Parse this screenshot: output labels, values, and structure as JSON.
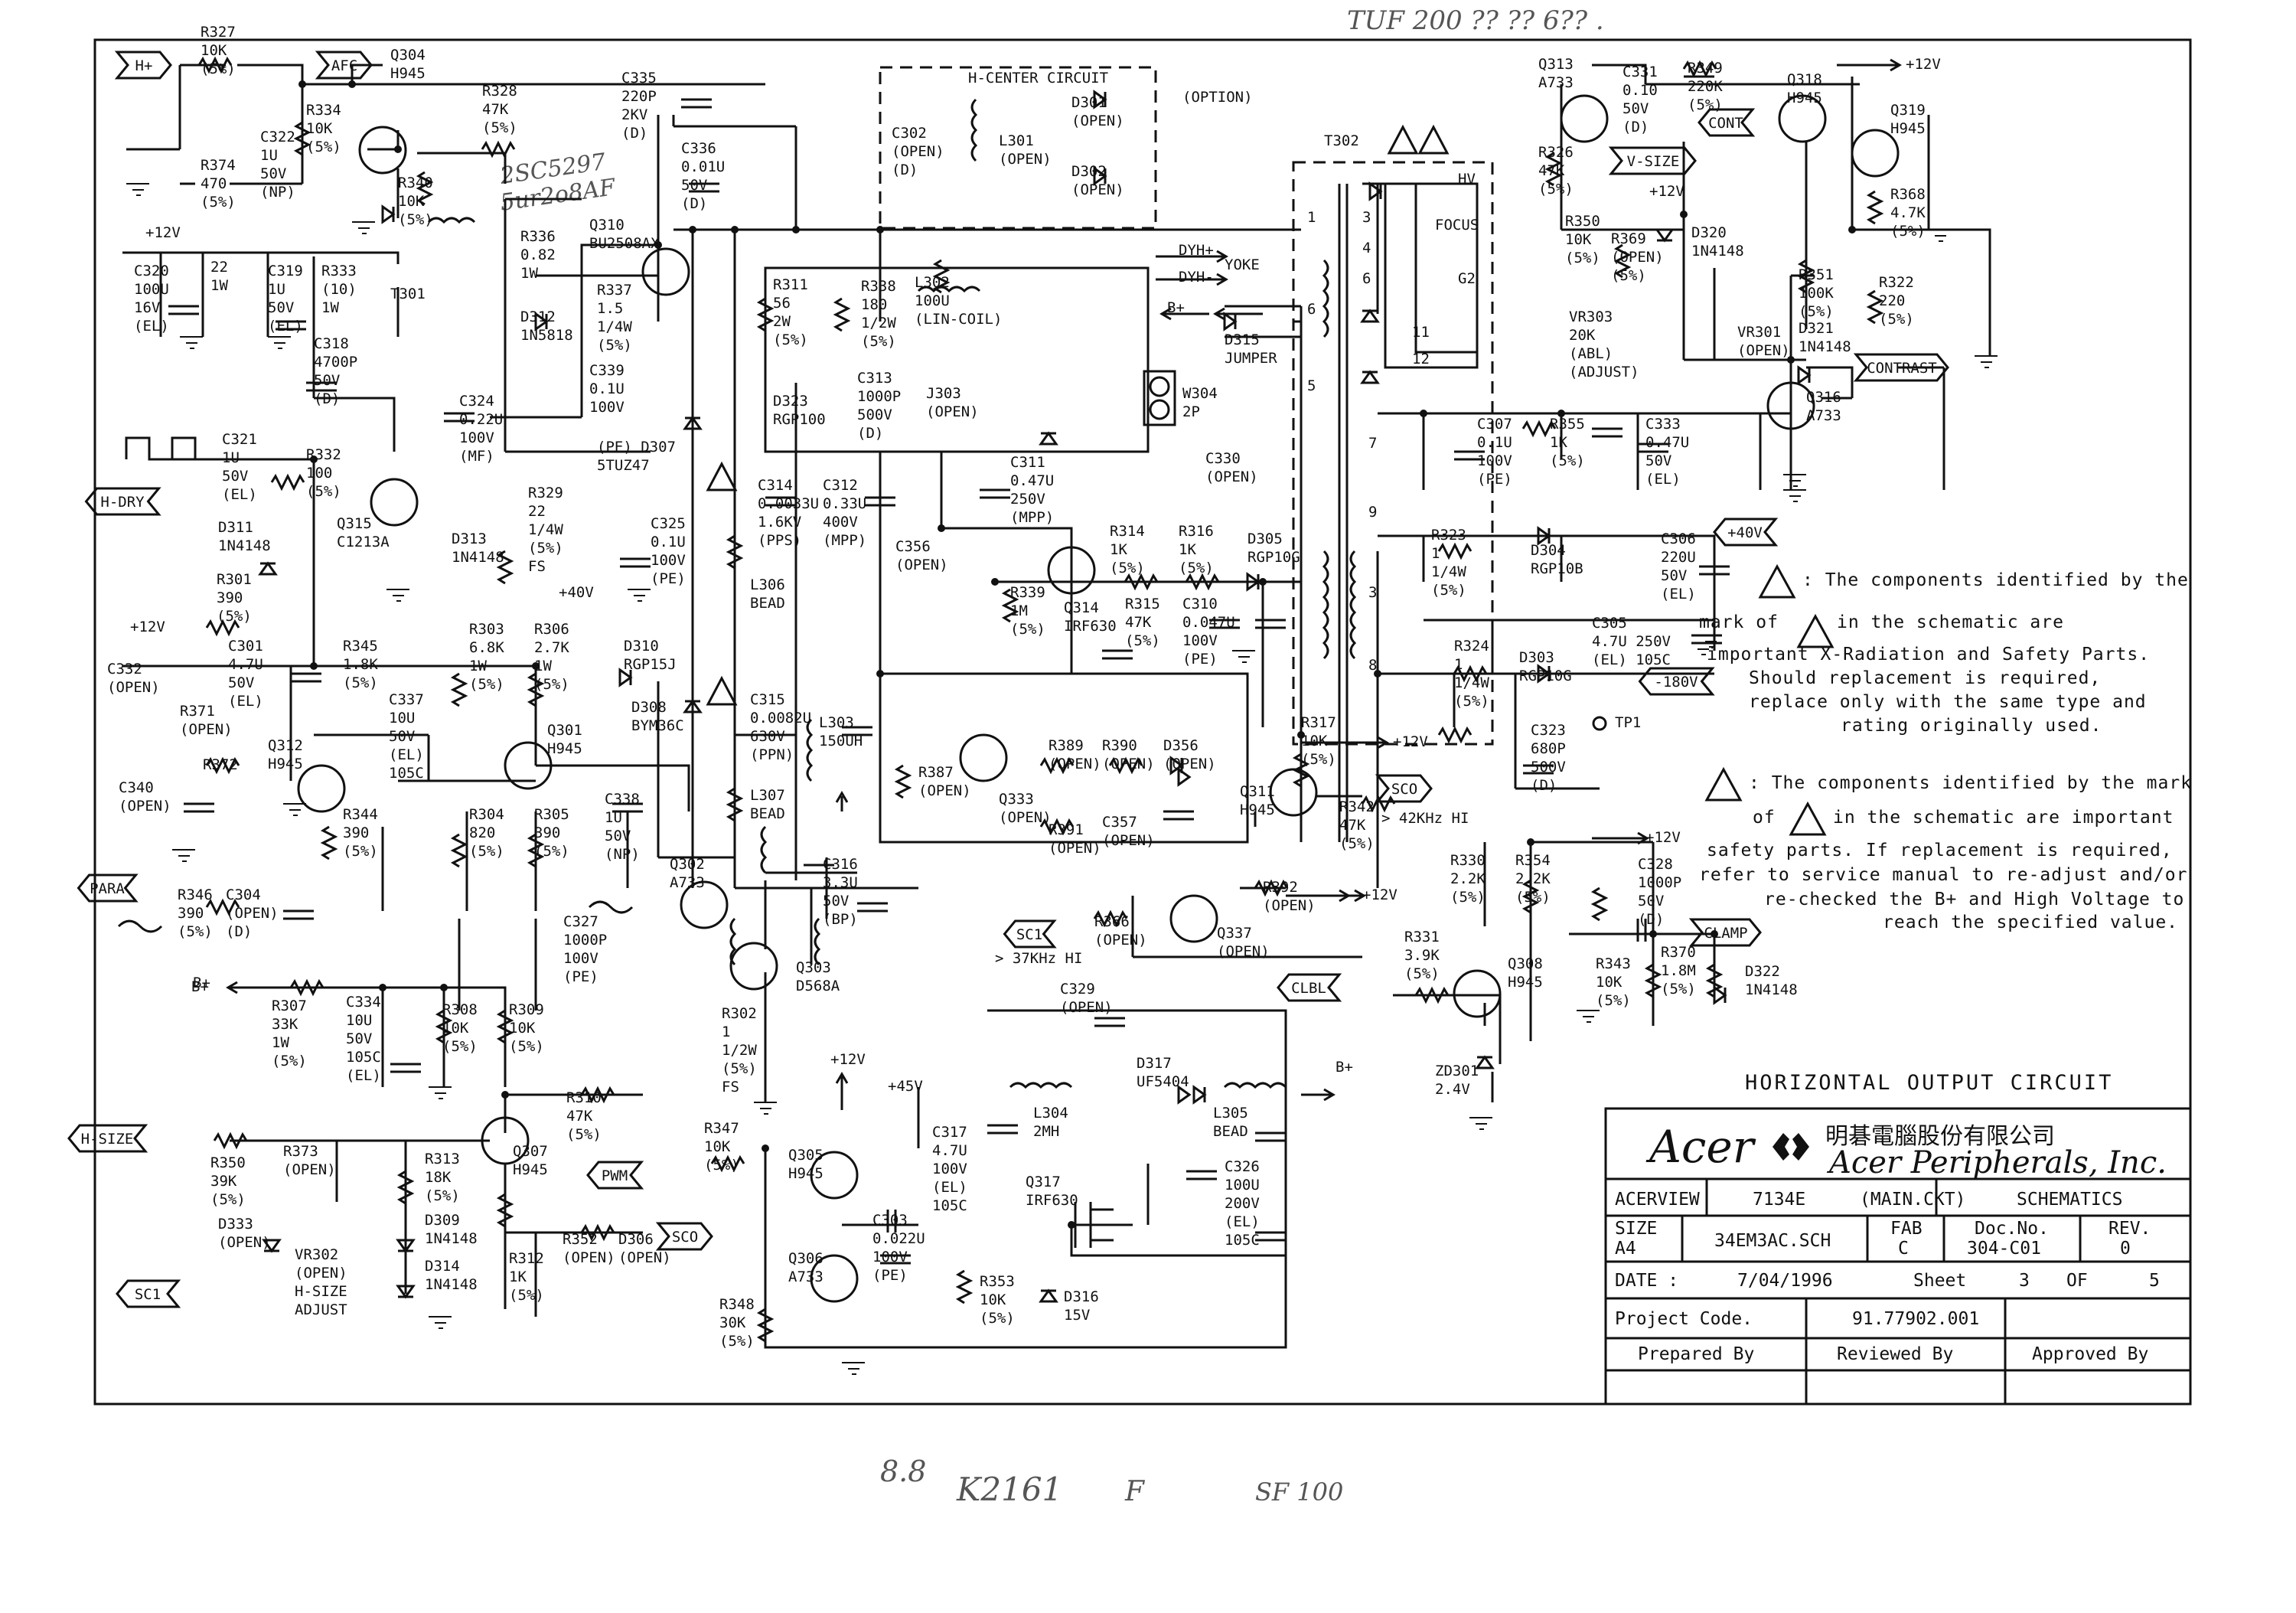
{
  "header": {
    "handwritten_top": "TUF 200 ?? ?? 6?? ."
  },
  "handwritten": {
    "near_q310": "2SC5297",
    "near_q310_b": "5ur2o8AF",
    "bottom_a": "8.8",
    "bottom_b": "K2161",
    "bottom_c": "F",
    "bottom_d": "SF 100"
  },
  "ports": [
    {
      "id": "h-plus",
      "label": "H+"
    },
    {
      "id": "afc",
      "label": "AFC"
    },
    {
      "id": "h-dry",
      "label": "H-DRY"
    },
    {
      "id": "para",
      "label": "PARA"
    },
    {
      "id": "h-size",
      "label": "H-SIZE"
    },
    {
      "id": "sc1-left",
      "label": "SC1"
    },
    {
      "id": "pwm",
      "label": "PWM"
    },
    {
      "id": "sco-bottom",
      "label": "SCO"
    },
    {
      "id": "sc1-mid",
      "label": "SC1"
    },
    {
      "id": "sco-right",
      "label": "SCO"
    },
    {
      "id": "clbl",
      "label": "CLBL"
    },
    {
      "id": "clamp",
      "label": "CLAMP"
    },
    {
      "id": "cont",
      "label": "CONT"
    },
    {
      "id": "v-size",
      "label": "V-SIZE"
    },
    {
      "id": "contrast",
      "label": "CONTRAST"
    },
    {
      "id": "plus40v",
      "label": "+40V"
    },
    {
      "id": "minus180v",
      "label": "-180V"
    }
  ],
  "rails": {
    "p12v": "+12V",
    "p40v": "+40V",
    "p45v": "+45V",
    "bplus": "B+",
    "tp1": "TP1",
    "khz42": "> 42KHz HI",
    "khz37": "> 37KHz HI",
    "dyh_plus": "DYH+",
    "dyh_minus": "DYH-",
    "yoke": "YOKE",
    "hv": "HV",
    "focus": "FOCUS",
    "g2": "G2",
    "option": "(OPTION)",
    "hcenter": "H-CENTER CIRCUIT"
  },
  "labels": {
    "r327": [
      "R327",
      "10K",
      "(5%)"
    ],
    "r334": [
      "R334",
      "10K",
      "(5%)"
    ],
    "q304": [
      "Q304",
      "H945"
    ],
    "r328": [
      "R328",
      "47K",
      "(5%)"
    ],
    "c322": [
      "C322",
      "1U",
      "50V",
      "(NP)"
    ],
    "r340": [
      "R340",
      "10K",
      "(5%)"
    ],
    "r374": [
      "R374",
      "470",
      "(5%)"
    ],
    "c335": [
      "C335",
      "220P",
      "2KV",
      "(D)"
    ],
    "c336": [
      "C336",
      "0.01U",
      "50V",
      "(D)"
    ],
    "q310": [
      "Q310",
      "BU2508AX"
    ],
    "r336": [
      "R336",
      "0.82",
      "1W"
    ],
    "r337": [
      "R337",
      "1.5",
      "1/4W",
      "(5%)"
    ],
    "d312": [
      "D312",
      "1N5818"
    ],
    "c339": [
      "C339",
      "0.1U",
      "100V"
    ],
    "pe_d307": [
      "(PE) D307",
      "5TUZ47"
    ],
    "p12_left": [
      "+12V"
    ],
    "c320": [
      "C320",
      "100U",
      "16V",
      "(EL)"
    ],
    "r_22": [
      "22",
      "1W"
    ],
    "c319": [
      "C319",
      "1U",
      "50V",
      "(EL)"
    ],
    "r333": [
      "R333",
      "(10)",
      "1W"
    ],
    "t301": [
      "T301"
    ],
    "c318": [
      "C318",
      "4700P",
      "50V",
      "(D)"
    ],
    "c324": [
      "C324",
      "0.22U",
      "100V",
      "(MF)"
    ],
    "c321": [
      "C321",
      "1U",
      "50V",
      "(EL)"
    ],
    "r332": [
      "R332",
      "100",
      "(5%)"
    ],
    "d311": [
      "D311",
      "1N4148"
    ],
    "q315": [
      "Q315",
      "C1213A"
    ],
    "r329": [
      "R329",
      "22",
      "1/4W",
      "(5%)",
      "FS"
    ],
    "d313": [
      "D313",
      "1N4148"
    ],
    "c325": [
      "C325",
      "0.1U",
      "100V",
      "(PE)"
    ],
    "r301": [
      "R301",
      "390",
      "(5%)"
    ],
    "p12v_a": [
      "+12V"
    ],
    "c301": [
      "C301",
      "4.7U",
      "50V",
      "(EL)"
    ],
    "r345": [
      "R345",
      "1.8K",
      "(5%)"
    ],
    "c332": [
      "C332",
      "(OPEN)"
    ],
    "r371": [
      "R371",
      "(OPEN)"
    ],
    "r303": [
      "R303",
      "6.8K",
      "1W",
      "(5%)"
    ],
    "r306": [
      "R306",
      "2.7K",
      "1W",
      "(5%)"
    ],
    "p40v_a": [
      "+40V"
    ],
    "d310": [
      "D310",
      "RGP15J"
    ],
    "c337": [
      "C337",
      "10U",
      "50V",
      "(EL)",
      "105C"
    ],
    "q301": [
      "Q301",
      "H945"
    ],
    "r372": [
      "R372"
    ],
    "q312": [
      "Q312",
      "H945"
    ],
    "c340": [
      "C340",
      "(OPEN)"
    ],
    "r344": [
      "R344",
      "390",
      "(5%)"
    ],
    "r304": [
      "R304",
      "820",
      "(5%)"
    ],
    "r305": [
      "R305",
      "390",
      "(5%)"
    ],
    "c338": [
      "C338",
      "1U",
      "50V",
      "(NP)"
    ],
    "d308": [
      "D308",
      "BYM36C"
    ],
    "r346": [
      "R346",
      "390",
      "(5%)"
    ],
    "c304": [
      "C304",
      "(OPEN)",
      "(D)"
    ],
    "c327": [
      "C327",
      "1000P",
      "100V",
      "(PE)"
    ],
    "q302": [
      "Q302",
      "A733"
    ],
    "bplus_l": [
      "B+"
    ],
    "r307": [
      "R307",
      "33K",
      "1W",
      "(5%)"
    ],
    "c334": [
      "C334",
      "10U",
      "50V",
      "105C",
      "(EL)"
    ],
    "r308": [
      "R308",
      "10K",
      "(5%)"
    ],
    "r309": [
      "R309",
      "10K",
      "(5%)"
    ],
    "r310": [
      "R310",
      "47K",
      "(5%)"
    ],
    "q307": [
      "Q307",
      "H945"
    ],
    "r350": [
      "R350",
      "39K",
      "(5%)"
    ],
    "r373": [
      "R373",
      "(OPEN)"
    ],
    "r313": [
      "R313",
      "18K",
      "(5%)"
    ],
    "d309": [
      "D309",
      "1N4148"
    ],
    "d314": [
      "D314",
      "1N4148"
    ],
    "d333": [
      "D333",
      "(OPEN)"
    ],
    "vr302": [
      "VR302",
      "(OPEN)",
      "H-SIZE",
      "ADJUST"
    ],
    "r312": [
      "R312",
      "1K",
      "(5%)"
    ],
    "r352": [
      "R352",
      "(OPEN)"
    ],
    "d306": [
      "D306",
      "(OPEN)"
    ],
    "c302": [
      "C302",
      "(OPEN)",
      "(D)"
    ],
    "l301": [
      "L301",
      "(OPEN)"
    ],
    "d301": [
      "D301",
      "(OPEN)"
    ],
    "d302": [
      "D302",
      "(OPEN)"
    ],
    "r311": [
      "R311",
      "56",
      "2W",
      "(5%)"
    ],
    "r338": [
      "R338",
      "180",
      "1/2W",
      "(5%)"
    ],
    "l302": [
      "L302",
      "100U",
      "(LIN-COIL)"
    ],
    "d323": [
      "D323",
      "RGP100"
    ],
    "c313": [
      "C313",
      "1000P",
      "500V",
      "(D)"
    ],
    "j303": [
      "J303",
      "(OPEN)"
    ],
    "w304": [
      "W304",
      "2P"
    ],
    "d315": [
      "D315",
      "JUMPER"
    ],
    "c330": [
      "C330",
      "(OPEN)"
    ],
    "c314": [
      "C314",
      "0.0033U",
      "1.6KV",
      "(PPS)"
    ],
    "c312": [
      "C312",
      "0.33U",
      "400V",
      "(MPP)"
    ],
    "c311": [
      "C311",
      "0.47U",
      "250V",
      "(MPP)"
    ],
    "l306": [
      "L306",
      "BEAD"
    ],
    "c356": [
      "C356",
      "(OPEN)"
    ],
    "r339": [
      "R339",
      "1M",
      "(5%)"
    ],
    "q314": [
      "Q314",
      "IRF630"
    ],
    "r314": [
      "R314",
      "1K",
      "(5%)"
    ],
    "r315": [
      "R315",
      "47K",
      "(5%)"
    ],
    "r316": [
      "R316",
      "1K",
      "(5%)"
    ],
    "d305": [
      "D305",
      "RGP10G"
    ],
    "c310": [
      "C310",
      "0.047U",
      "100V",
      "(PE)"
    ],
    "c315": [
      "C315",
      "0.0082U",
      "630V",
      "(PPN)"
    ],
    "l303": [
      "L303",
      "150UH"
    ],
    "l307": [
      "L307",
      "BEAD"
    ],
    "r387": [
      "R387",
      "(OPEN)"
    ],
    "q333": [
      "Q333",
      "(OPEN)"
    ],
    "r389": [
      "R389",
      "(OPEN)"
    ],
    "r390": [
      "R390",
      "(OPEN)"
    ],
    "r391": [
      "R391",
      "(OPEN)"
    ],
    "c357": [
      "C357",
      "(OPEN)"
    ],
    "d356": [
      "D356",
      "(OPEN)"
    ],
    "c316": [
      "C316",
      "3.3U",
      "50V",
      "(BP)"
    ],
    "q303": [
      "Q303",
      "D568A"
    ],
    "r392": [
      "R392",
      "(OPEN)"
    ],
    "r366": [
      "R366",
      "(OPEN)"
    ],
    "q337": [
      "Q337",
      "(OPEN)"
    ],
    "r302": [
      "R302",
      "1",
      "1/2W",
      "(5%)",
      "FS"
    ],
    "r317": [
      "R317",
      "10K",
      "(5%)"
    ],
    "q311": [
      "Q311",
      "H945"
    ],
    "r342": [
      "R342",
      "47K",
      "(5%)"
    ],
    "c329": [
      "C329",
      "(OPEN)"
    ],
    "l304": [
      "L304",
      "2MH"
    ],
    "d317": [
      "D317",
      "UF5404"
    ],
    "l305": [
      "L305",
      "BEAD"
    ],
    "c317": [
      "C317",
      "4.7U",
      "100V",
      "(EL)",
      "105C"
    ],
    "q317": [
      "Q317",
      "IRF630"
    ],
    "c326": [
      "C326",
      "100U",
      "200V",
      "(EL)",
      "105C"
    ],
    "r347": [
      "R347",
      "10K",
      "(5%)"
    ],
    "q305": [
      "Q305",
      "H945"
    ],
    "q306": [
      "Q306",
      "A733"
    ],
    "c303": [
      "C303",
      "0.022U",
      "100V",
      "(PE)"
    ],
    "r353": [
      "R353",
      "10K",
      "(5%)"
    ],
    "d316": [
      "D316",
      "15V"
    ],
    "r348": [
      "R348",
      "30K",
      "(5%)"
    ],
    "t302": [
      "T302"
    ],
    "r323": [
      "R323",
      "1",
      "1/4W",
      "(5%)"
    ],
    "d304": [
      "D304",
      "RGP10B"
    ],
    "c306": [
      "C306",
      "220U",
      "50V",
      "(EL)"
    ],
    "r324": [
      "R324",
      "1",
      "1/4W",
      "(5%)"
    ],
    "d303": [
      "D303",
      "RGP10G"
    ],
    "c305": [
      "C305",
      "4.7U 250V",
      "(EL) 105C"
    ],
    "c323": [
      "C323",
      "680P",
      "500V",
      "(D)"
    ],
    "c307": [
      "C307",
      "0.1U",
      "100V",
      "(PE)"
    ],
    "r355": [
      "R355",
      "1K",
      "(5%)"
    ],
    "c333": [
      "C333",
      "0.47U",
      "50V",
      "(EL)"
    ],
    "q313": [
      "Q313",
      "A733"
    ],
    "c331": [
      "C331",
      "0.10",
      "50V",
      "(D)"
    ],
    "r349": [
      "R349",
      "220K",
      "(5%)"
    ],
    "q318": [
      "Q318",
      "H945"
    ],
    "q319": [
      "Q319",
      "H945"
    ],
    "r326": [
      "R326",
      "47K",
      "(5%)"
    ],
    "r368": [
      "R368",
      "4.7K",
      "(5%)"
    ],
    "r350b": [
      "R350",
      "10K",
      "(5%)"
    ],
    "r369": [
      "R369",
      "(OPEN)",
      "(5%)"
    ],
    "d320": [
      "D320",
      "1N4148"
    ],
    "vr303": [
      "VR303",
      "20K",
      "(ABL)",
      "(ADJUST)"
    ],
    "vr301": [
      "VR301",
      "(OPEN)"
    ],
    "r351": [
      "R351",
      "100K",
      "(5%)"
    ],
    "d321": [
      "D321",
      "1N4148"
    ],
    "r322": [
      "R322",
      "220",
      "(5%)"
    ],
    "q316": [
      "Q316",
      "A733"
    ],
    "q308": [
      "Q308",
      "H945"
    ],
    "r330": [
      "R330",
      "2.2K",
      "(5%)"
    ],
    "r354": [
      "R354",
      "2.2K",
      "(5%)"
    ],
    "r331": [
      "R331",
      "3.9K",
      "(5%)"
    ],
    "r343": [
      "R343",
      "10K",
      "(5%)"
    ],
    "r370": [
      "R370",
      "1.8M",
      "(5%)"
    ],
    "d322": [
      "D322",
      "1N4148"
    ],
    "c328": [
      "C328",
      "1000P",
      "50V",
      "(D)"
    ],
    "zd301": [
      "ZD301",
      "2.4V"
    ],
    "t_pins": [
      "1",
      "6",
      "5",
      "7",
      "9",
      "3",
      "8",
      "11",
      "12",
      "3",
      "4",
      "6"
    ]
  },
  "notes": {
    "x_radiation": [
      ": The components identified by the",
      "mark of",
      "in the schematic are",
      "important X-Radiation and Safety Parts.",
      "Should replacement is required,",
      "replace only with the same type and",
      "rating originally used."
    ],
    "safety": [
      ": The components identified by the mark",
      "of",
      "in the schematic are important",
      "safety parts. If replacement is required,",
      "refer to service manual to re-adjust and/or",
      "re-checked the B+ and High Voltage to",
      "reach the specified value."
    ]
  },
  "title_block": {
    "heading": "HORIZONTAL OUTPUT CIRCUIT",
    "brand": "Acer",
    "brand_cjk": "明碁電腦股份有限公司",
    "brand_en": "Acer Peripherals, Inc.",
    "product": "ACERVIEW",
    "model": "7134E",
    "board": "(MAIN.CKT)",
    "doc_type": "SCHEMATICS",
    "size_label": "SIZE",
    "size_value": "A4",
    "file": "34EM3AC.SCH",
    "fab_label": "FAB",
    "fab_value": "C",
    "docno_label": "Doc.No.",
    "docno_value": "304-C01",
    "rev_label": "REV.",
    "rev_value": "0",
    "date_label": "DATE :",
    "date_value": "7/04/1996",
    "sheet_label": "Sheet",
    "sheet_value": "3",
    "of_label": "OF",
    "of_value": "5",
    "project_label": "Project Code.",
    "project_value": "91.77902.001",
    "prepared": "Prepared By",
    "reviewed": "Reviewed By",
    "approved": "Approved By"
  }
}
